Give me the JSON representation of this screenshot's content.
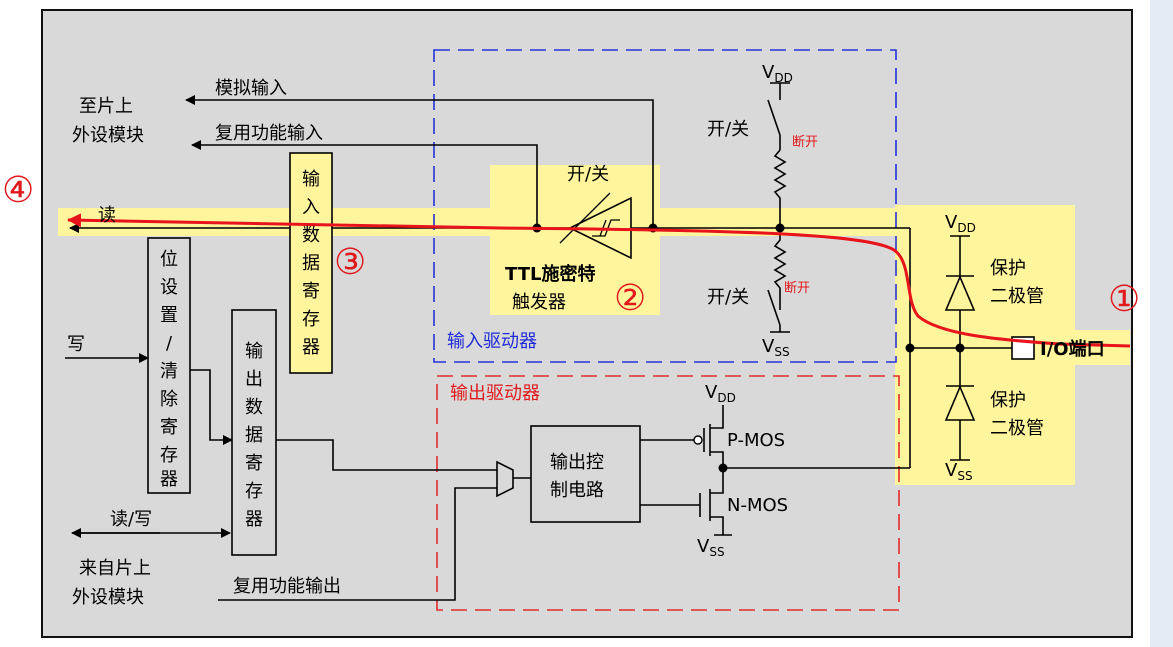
{
  "colors": {
    "frame_bg": "#d9d9d9",
    "highlight": "#fff59d",
    "signal_path": "#e8141b",
    "input_driver_border": "#2633d6",
    "output_driver_border": "#e02b2b",
    "annotation": "#e0191d",
    "side_bar": "#e4ebf5"
  },
  "labels": {
    "to_peripheral_1": "至片上",
    "to_peripheral_2": "外设模块",
    "analog_input": "模拟输入",
    "alt_func_input": "复用功能输入",
    "read": "读",
    "write": "写",
    "read_write": "读/写",
    "from_peripheral_1": "来自片上",
    "from_peripheral_2": "外设模块",
    "alt_func_output": "复用功能输出",
    "input_data_register": [
      "输",
      "入",
      "数",
      "据",
      "寄",
      "存",
      "器"
    ],
    "bit_set_clear_register": [
      "位",
      "设",
      "置",
      "/",
      "清",
      "除",
      "寄",
      "存",
      "器"
    ],
    "output_data_register": [
      "输",
      "出",
      "数",
      "据",
      "寄",
      "存",
      "器"
    ],
    "on_off": "开/关",
    "ttl_schmitt_1": "TTL施密特",
    "ttl_schmitt_2": "触发器",
    "input_driver": "输入驱动器",
    "output_driver": "输出驱动器",
    "output_control_1": "输出控",
    "output_control_2": "制电路",
    "vdd_v": "V",
    "vdd_sub": "DD",
    "vss_v": "V",
    "vss_sub": "SS",
    "pmos": "P-MOS",
    "nmos": "N-MOS",
    "protection_diode_1": "保护",
    "protection_diode_2": "二极管",
    "io_port": "I/O端口",
    "disconnect": "断开"
  },
  "annotations": {
    "step1": "①",
    "step2": "②",
    "step3": "③",
    "step4": "④"
  }
}
